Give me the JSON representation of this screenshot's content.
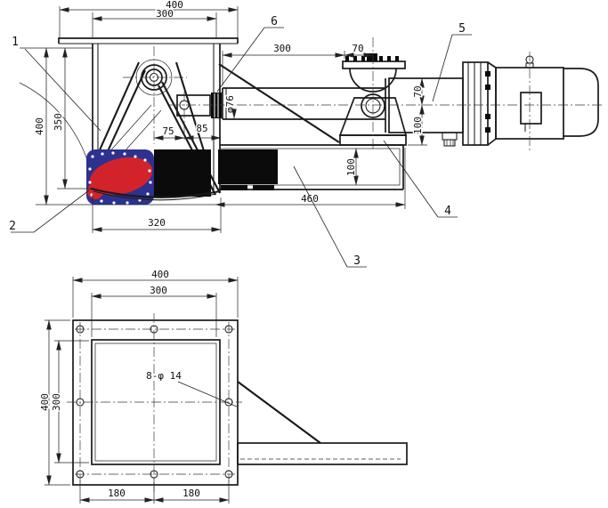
{
  "top_view": {
    "dims": {
      "flange_width": "400",
      "opening_width": "300",
      "height_overall": "400",
      "height_inner": "350",
      "pivot_to_pin": "75",
      "pin_to_wall": "85",
      "rod_diameter": "φ76",
      "stroke_length": "300",
      "trunnion_offset": "70",
      "axis_height": "70",
      "mount_height": "100",
      "beam_height": "100",
      "base_width": "320",
      "arm_length": "460"
    },
    "callouts": {
      "c1": "1",
      "c2": "2",
      "c3": "3",
      "c4": "4",
      "c5": "5",
      "c6": "6"
    }
  },
  "bottom_view": {
    "dims": {
      "flange_width": "400",
      "opening_width": "300",
      "flange_height": "400",
      "opening_height": "300",
      "bolt_spacing_left": "180",
      "bolt_spacing_right": "180",
      "bolt_holes": "8-φ 14"
    }
  },
  "watermark": {
    "colors": {
      "blue": "#2d3190",
      "red": "#d2232a",
      "redaction": "#0b0b0b"
    }
  }
}
